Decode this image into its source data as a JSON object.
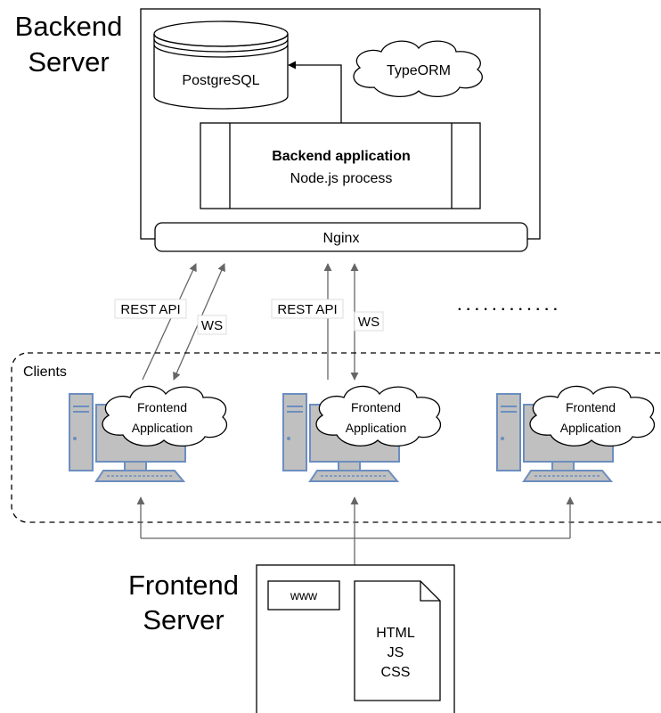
{
  "backend": {
    "title_line1": "Backend",
    "title_line2": "Server",
    "database": "PostgreSQL",
    "orm": "TypeORM",
    "app_title": "Backend application",
    "app_subtitle": "Node.js process",
    "proxy": "Nginx"
  },
  "connections": {
    "rest_label": "REST API",
    "ws_label": "WS",
    "more": "· · · · · · · · · · · ·"
  },
  "clients": {
    "group_label": "Clients",
    "items": [
      {
        "line1": "Frontend",
        "line2": "Application"
      },
      {
        "line1": "Frontend",
        "line2": "Application"
      },
      {
        "line1": "Frontend",
        "line2": "Application"
      }
    ]
  },
  "frontend": {
    "title_line1": "Frontend",
    "title_line2": "Server",
    "www": "www",
    "files": [
      "HTML",
      "JS",
      "CSS"
    ]
  },
  "colors": {
    "line": "#000000",
    "arrow": "#666666",
    "computer_fill": "#c0c0c0",
    "computer_stroke": "#6c8ebf"
  }
}
